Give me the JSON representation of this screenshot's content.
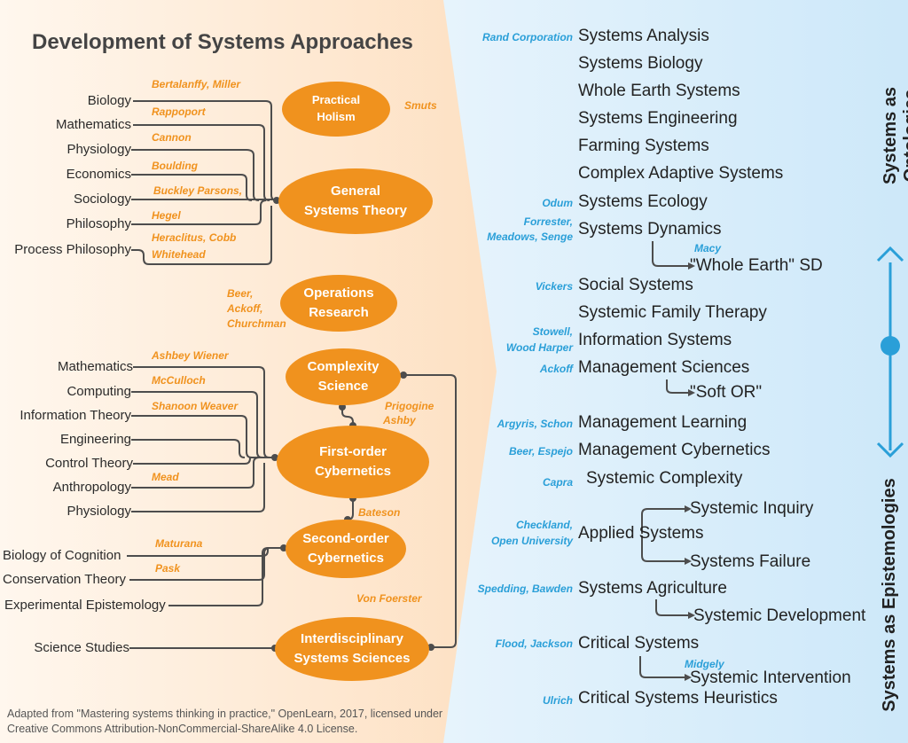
{
  "title": "Development of Systems Approaches",
  "credit": "Adapted from \"Mastering systems thinking in practice,\" OpenLearn, 2017, licensed under Creative Commons Attribution-NonCommercial-ShareAlike 4.0 License.",
  "colors": {
    "orange": "#f0921e",
    "blue": "#2a9fd8",
    "peach": "#fde2c6",
    "sky": "#cfe9f9"
  },
  "ovals": {
    "practical_holism": [
      "Practical",
      "Holism"
    ],
    "general_systems_theory": [
      "General",
      "Systems Theory"
    ],
    "operations_research": [
      "Operations",
      "Research"
    ],
    "complexity_science": [
      "Complexity",
      "Science"
    ],
    "first_order_cybernetics": [
      "First-order",
      "Cybernetics"
    ],
    "second_order_cybernetics": [
      "Second-order",
      "Cybernetics"
    ],
    "interdisciplinary_systems_sciences": [
      "Interdisciplinary",
      "Systems Sciences"
    ]
  },
  "disciplines_top": [
    "Biology",
    "Mathematics",
    "Physiology",
    "Economics",
    "Sociology",
    "Philosophy",
    "Process Philosophy"
  ],
  "authors_top": [
    "Bertalanffy, Miller",
    "Rappoport",
    "Cannon",
    "Boulding",
    "Buckley Parsons,",
    "Hegel",
    "Heraclitus, Cobb",
    "Whitehead"
  ],
  "smuts": "Smuts",
  "or_authors": [
    "Beer,",
    "Ackoff,",
    "Churchman"
  ],
  "disciplines_mid": [
    "Mathematics",
    "Computing",
    "Information Theory",
    "Engineering",
    "Control Theory",
    "Anthropology",
    "Physiology"
  ],
  "authors_mid": [
    "Ashbey Wiener",
    "McCulloch",
    "Shanoon Weaver",
    "Mead"
  ],
  "prigogine": [
    "Prigogine",
    "Ashby"
  ],
  "bateson": "Bateson",
  "disciplines_low": [
    "Biology of Cognition",
    "Conservation Theory",
    "Experimental Epistemology"
  ],
  "authors_low": [
    "Maturana",
    "Pask"
  ],
  "von_foerster": "Von Foerster",
  "science_studies": "Science Studies",
  "right_items": [
    "Systems Analysis",
    "Systems Biology",
    "Whole Earth Systems",
    "Systems Engineering",
    "Farming Systems",
    "Complex Adaptive Systems",
    "Systems Ecology",
    "Systems Dynamics",
    "Social Systems",
    "Systemic Family Therapy",
    "Information Systems",
    "Management Sciences",
    "Management Learning",
    "Management Cybernetics",
    "Systemic Complexity",
    "Applied Systems",
    "Systems Agriculture",
    "Critical Systems",
    "Critical Systems Heuristics"
  ],
  "right_subs": [
    "\"Whole Earth\" SD",
    "\"Soft OR\"",
    "Systemic Inquiry",
    "Systems Failure",
    "Systemic Development",
    "Systemic Intervention"
  ],
  "right_authors": {
    "rand": "Rand Corporation",
    "odum": "Odum",
    "forrester": [
      "Forrester,",
      "Meadows, Senge"
    ],
    "macy": "Macy",
    "vickers": "Vickers",
    "stowell": [
      "Stowell,",
      "Wood Harper"
    ],
    "ackoff": "Ackoff",
    "argyris": "Argyris, Schon",
    "beer": "Beer, Espejo",
    "capra": "Capra",
    "checkland": [
      "Checkland,",
      "Open University"
    ],
    "spedding": "Spedding, Bawden",
    "flood": "Flood, Jackson",
    "midgely": "Midgely",
    "ulrich": "Ulrich"
  },
  "axis": {
    "top": "Systems as Ontologies",
    "bottom": "Systems as Epistemologies"
  }
}
